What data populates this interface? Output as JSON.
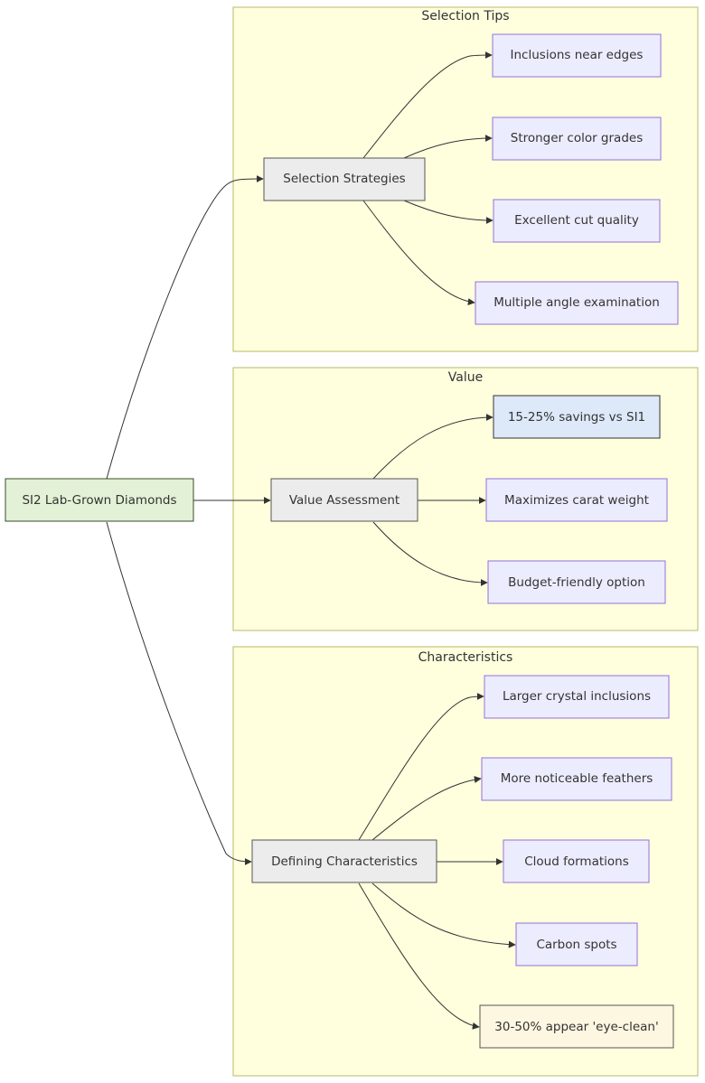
{
  "colors": {
    "cluster_fill": "#ffffde",
    "cluster_stroke": "#b9b96a",
    "root_fill": "#e3f1d6",
    "root_stroke": "#344d2a",
    "hub_fill": "#ececec",
    "hub_stroke": "#555555",
    "leaf_fill": "#ececff",
    "leaf_stroke": "#9370db",
    "highlight_blue_fill": "#dde8f8",
    "highlight_blue_stroke": "#333333",
    "highlight_cream_fill": "#fdf6e1",
    "highlight_cream_stroke": "#555555",
    "edge": "#333333"
  },
  "clusters": {
    "tips": {
      "title": "Selection Tips"
    },
    "value": {
      "title": "Value"
    },
    "characteristics": {
      "title": "Characteristics"
    }
  },
  "nodes": {
    "root": "SI2 Lab-Grown Diamonds",
    "selection_strategies": "Selection Strategies",
    "inclusions_near_edges": "Inclusions near edges",
    "stronger_color_grades": "Stronger color grades",
    "excellent_cut_quality": "Excellent cut quality",
    "multiple_angle_examination": "Multiple angle examination",
    "value_assessment": "Value Assessment",
    "savings_vs_si1": "15-25% savings vs SI1",
    "maximizes_carat_weight": "Maximizes carat weight",
    "budget_friendly_option": "Budget-friendly option",
    "defining_characteristics": "Defining Characteristics",
    "larger_crystal_inclusions": "Larger crystal inclusions",
    "more_noticeable_feathers": "More noticeable feathers",
    "cloud_formations": "Cloud formations",
    "carbon_spots": "Carbon spots",
    "eye_clean": "30-50% appear 'eye-clean'"
  },
  "edges": [
    [
      "root",
      "selection_strategies"
    ],
    [
      "root",
      "value_assessment"
    ],
    [
      "root",
      "defining_characteristics"
    ],
    [
      "selection_strategies",
      "inclusions_near_edges"
    ],
    [
      "selection_strategies",
      "stronger_color_grades"
    ],
    [
      "selection_strategies",
      "excellent_cut_quality"
    ],
    [
      "selection_strategies",
      "multiple_angle_examination"
    ],
    [
      "value_assessment",
      "savings_vs_si1"
    ],
    [
      "value_assessment",
      "maximizes_carat_weight"
    ],
    [
      "value_assessment",
      "budget_friendly_option"
    ],
    [
      "defining_characteristics",
      "larger_crystal_inclusions"
    ],
    [
      "defining_characteristics",
      "more_noticeable_feathers"
    ],
    [
      "defining_characteristics",
      "cloud_formations"
    ],
    [
      "defining_characteristics",
      "carbon_spots"
    ],
    [
      "defining_characteristics",
      "eye_clean"
    ]
  ]
}
